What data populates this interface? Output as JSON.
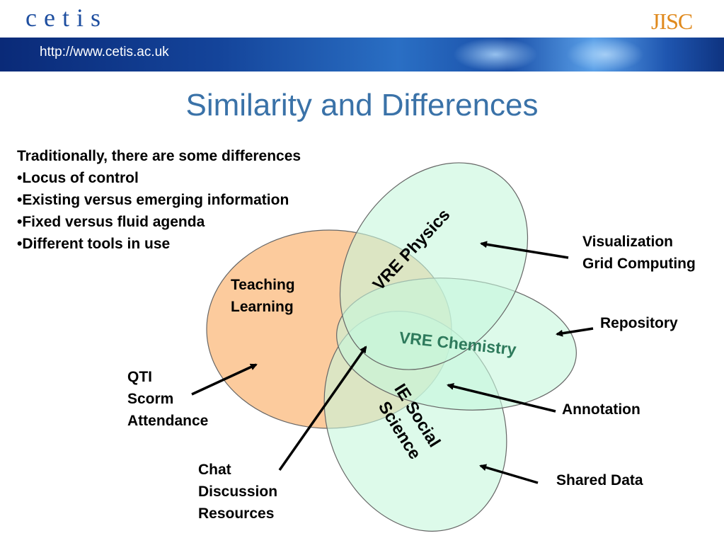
{
  "header": {
    "logo_text": "cetis",
    "jisc_text": "JISC",
    "url": "http://www.cetis.ac.uk"
  },
  "slide": {
    "title": "Similarity and Differences",
    "bullets": [
      "Traditionally, there are some differences",
      "•Locus of control",
      "•Existing versus emerging information",
      "•Fixed versus fluid agenda",
      "•Different tools in use"
    ]
  },
  "diagram": {
    "sets": {
      "teaching": [
        "Teaching",
        "Learning"
      ],
      "physics": "VRE Physics",
      "chemistry": "VRE Chemistry",
      "social": [
        "IE Social",
        "Science"
      ]
    },
    "callouts": {
      "physics": [
        "Visualization",
        "Grid Computing"
      ],
      "chemistry": "Repository",
      "annotation": "Annotation",
      "shared": "Shared Data",
      "teaching": [
        "QTI",
        "Scorm",
        "Attendance"
      ],
      "centre": [
        "Chat",
        "Discussion",
        "Resources"
      ]
    },
    "colors": {
      "teaching_fill": "#fccb9d",
      "vre_fill": "#c6f6dc",
      "outline": "#555555",
      "title": "#3a72a8",
      "logo": "#1f4fa0",
      "jisc": "#e08a1e"
    }
  }
}
